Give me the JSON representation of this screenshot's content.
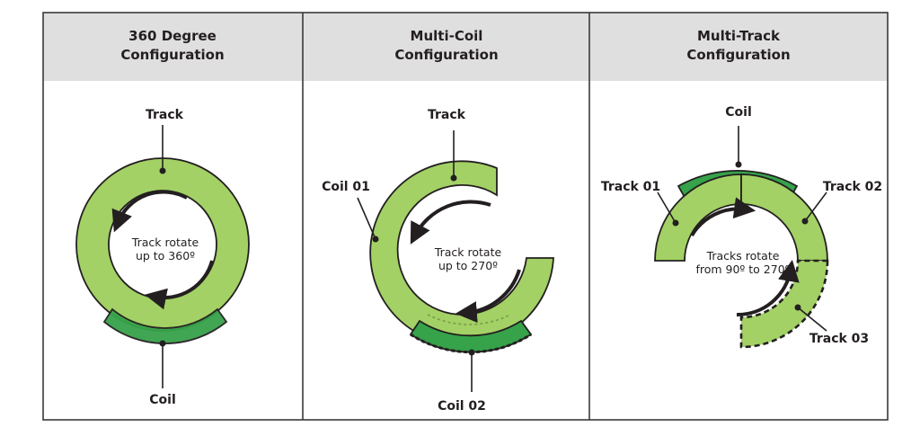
{
  "panels": [
    {
      "title_line1": "360 Degree",
      "title_line2": "Configuration",
      "labels": {
        "track": "Track",
        "coil": "Coil"
      },
      "rotation_line1": "Track rotate",
      "rotation_line2": "up to 360º"
    },
    {
      "title_line1": "Multi-Coil",
      "title_line2": "Configuration",
      "labels": {
        "track": "Track",
        "coil_01": "Coil 01",
        "coil_02": "Coil 02"
      },
      "rotation_line1": "Track rotate",
      "rotation_line2": "up to 270º"
    },
    {
      "title_line1": "Multi-Track",
      "title_line2": "Configuration",
      "labels": {
        "coil": "Coil",
        "track_01": "Track 01",
        "track_02": "Track 02",
        "track_03": "Track 03"
      },
      "rotation_line1": "Tracks rotate",
      "rotation_line2": "from 90º to 270º"
    }
  ],
  "colors": {
    "track_green": "#a3d165",
    "coil_green": "#36a24a",
    "header_gray": "#e0dfdf",
    "outline": "#231f20",
    "border": "#3a3a3a"
  }
}
